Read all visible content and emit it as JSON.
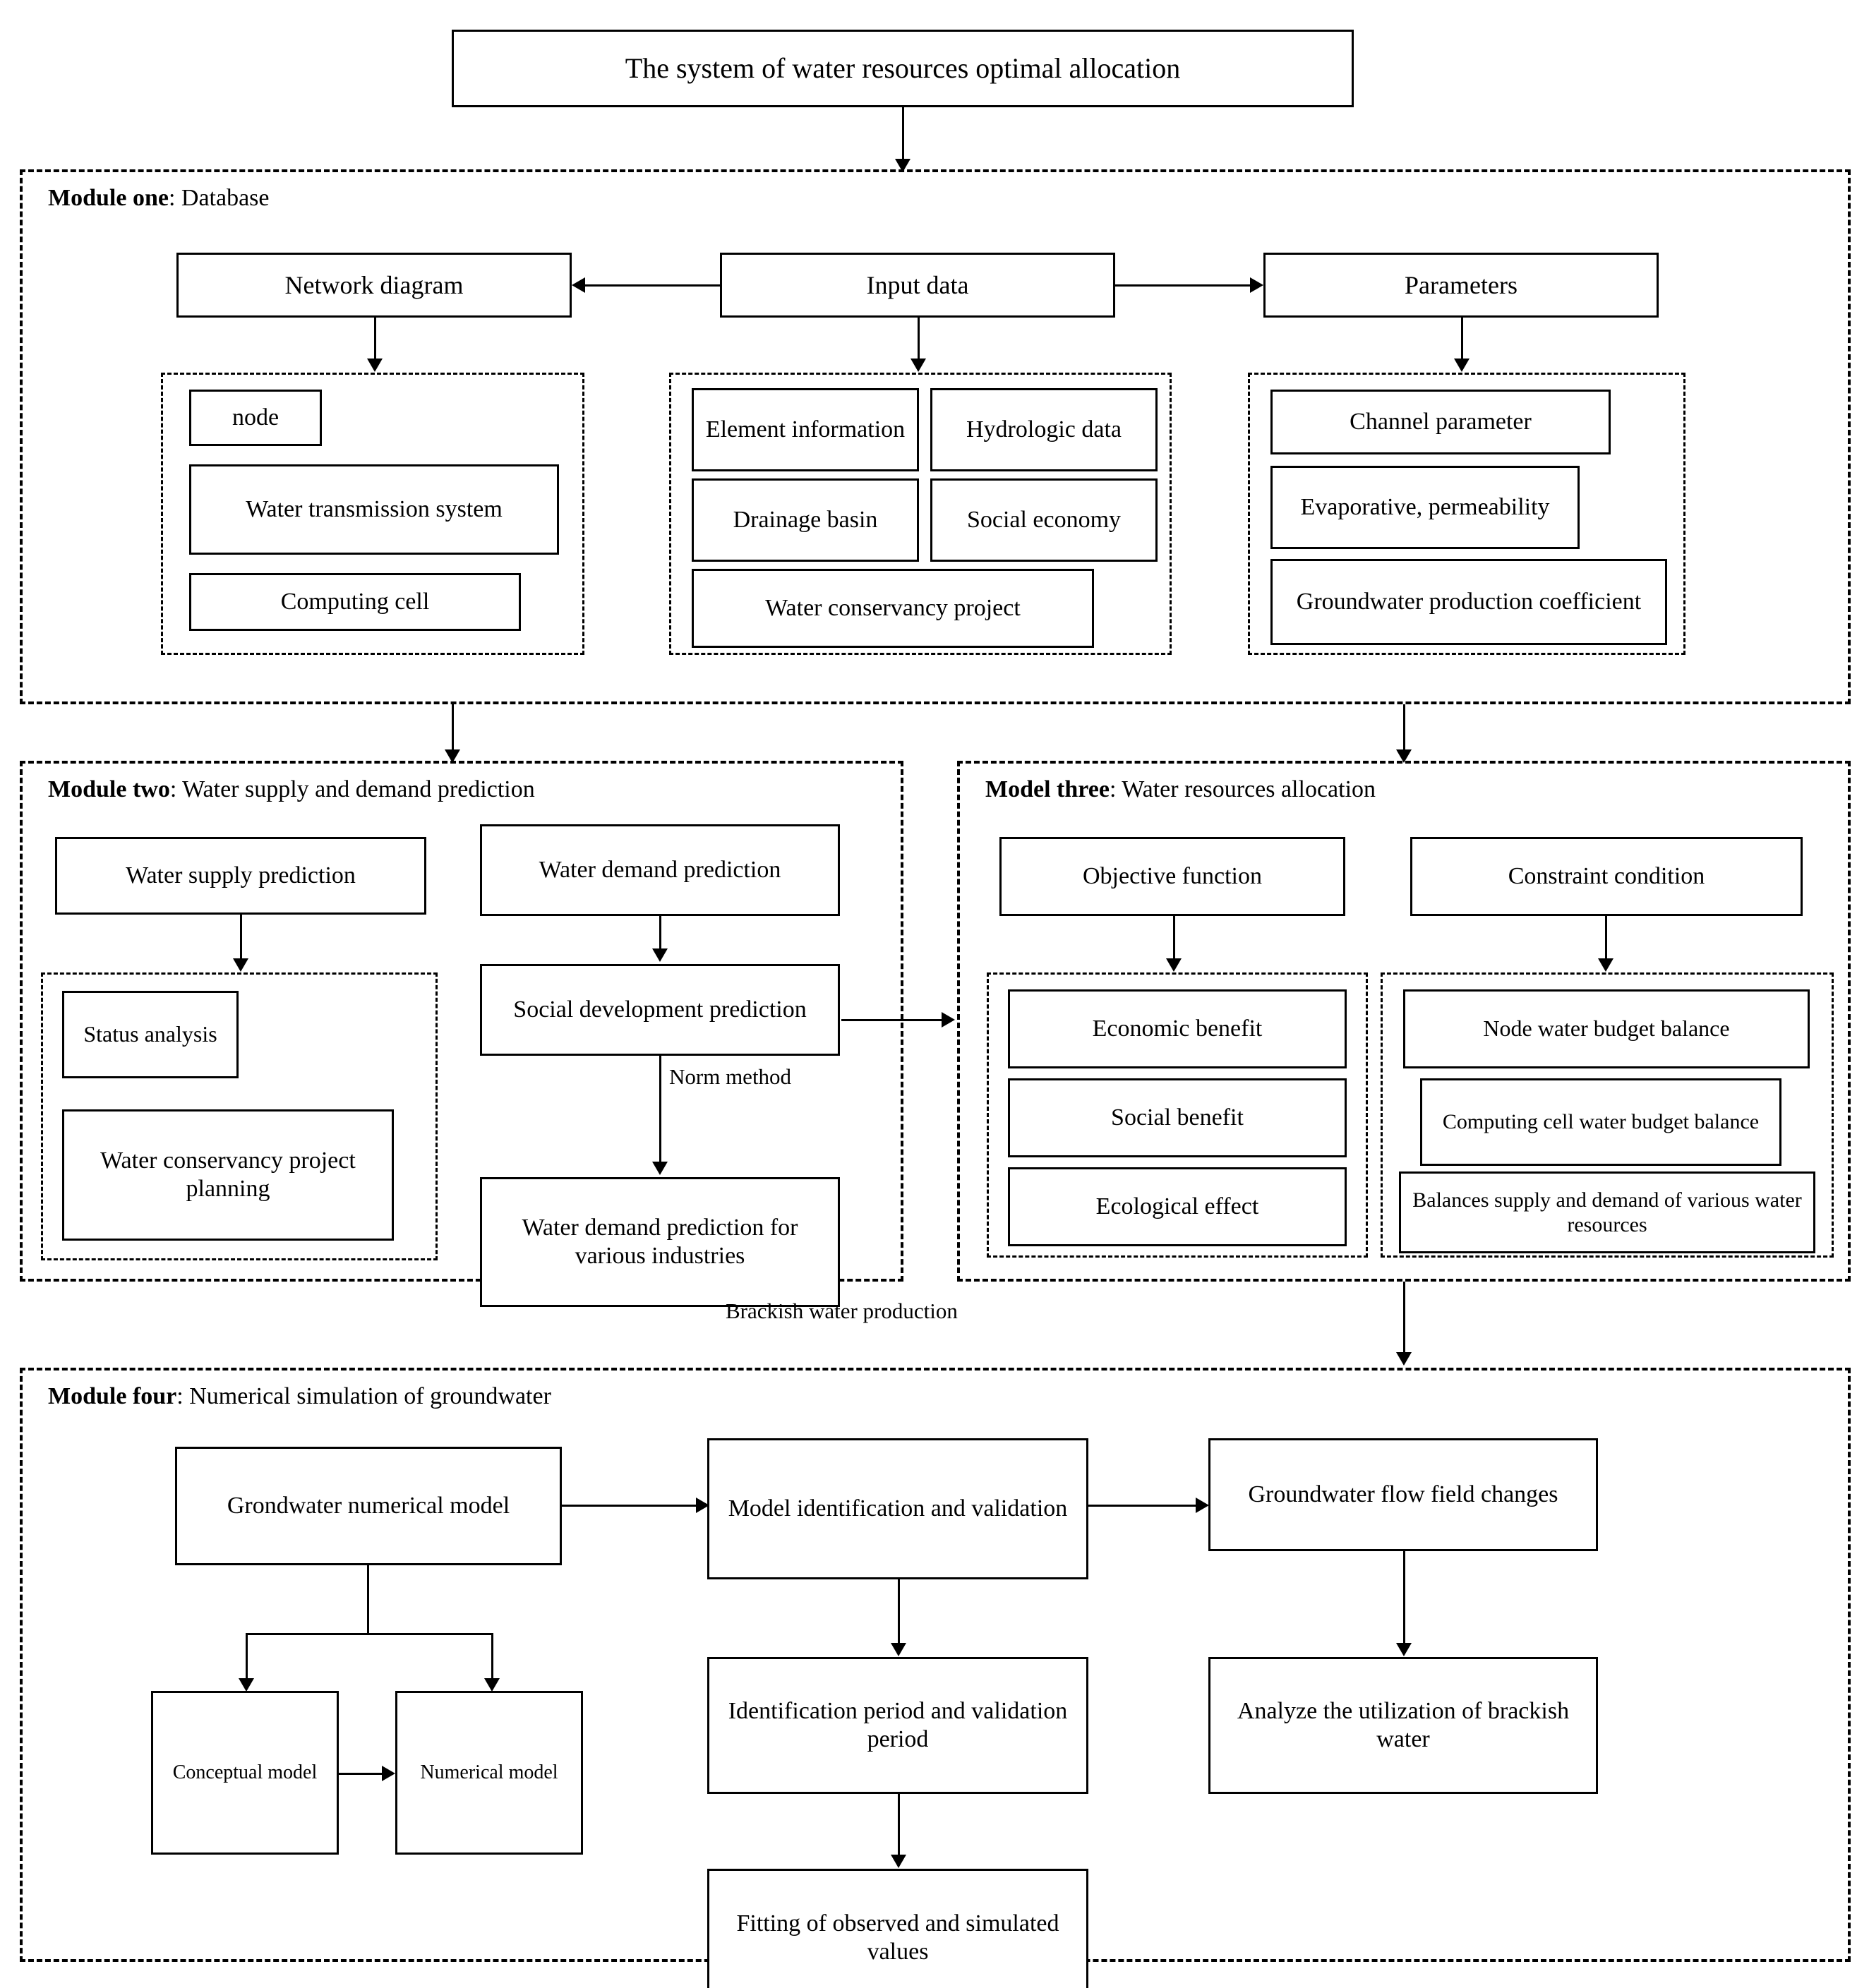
{
  "diagram": {
    "title_box": "The system of water resources optimal allocation",
    "modules": {
      "one": {
        "label_bold": "Module one",
        "label_rest": ": Database",
        "boxes": {
          "network_diagram": "Network diagram",
          "input_data": "Input data",
          "parameters": "Parameters",
          "node": "node",
          "water_transmission_system": "Water transmission system",
          "computing_cell": "Computing cell",
          "element_information": "Element information",
          "hydrologic_data": "Hydrologic data",
          "drainage_basin": "Drainage basin",
          "social_economy": "Social economy",
          "water_conservancy_project": "Water conservancy project",
          "channel_parameter": "Channel parameter",
          "evaporative_permeability": "Evaporative, permeability",
          "groundwater_production_coefficient": "Groundwater production coefficient"
        }
      },
      "two": {
        "label_bold": "Module two",
        "label_rest": ": Water supply and demand prediction",
        "boxes": {
          "water_supply_prediction": "Water supply prediction",
          "status_analysis": "Status analysis",
          "water_conservancy_project_planning": "Water conservancy project planning",
          "water_demand_prediction": "Water demand prediction",
          "social_development_prediction": "Social development prediction",
          "water_demand_prediction_industries": "Water demand prediction for various industries"
        },
        "edge_labels": {
          "norm_method": "Norm method"
        }
      },
      "three": {
        "label_bold": "Model three",
        "label_rest": ": Water resources allocation",
        "boxes": {
          "objective_function": "Objective function",
          "constraint_condition": "Constraint condition",
          "economic_benefit": "Economic benefit",
          "social_benefit": "Social benefit",
          "ecological_effect": "Ecological effect",
          "node_water_budget_balance": "Node water budget balance",
          "computing_cell_water_budget_balance": "Computing cell water budget balance",
          "balances_supply_demand": "Balances supply and demand of various water resources"
        }
      },
      "four": {
        "label_bold": "Module four",
        "label_rest": ": Numerical simulation of groundwater",
        "boxes": {
          "groundwater_numerical_model": "Grondwater numerical model",
          "conceptual_model": "Conceptual model",
          "numerical_model": "Numerical model",
          "model_identification_validation": "Model identification and validation",
          "identification_validation_period": "Identification period and validation period",
          "fitting_observed_simulated": "Fitting of observed and simulated values",
          "groundwater_flow_field_changes": "Groundwater flow field changes",
          "analyze_utilization_brackish": "Analyze the utilization of brackish water"
        }
      }
    },
    "edge_labels": {
      "brackish_water_production": "Brackish water production"
    },
    "colors": {
      "line": "#000000",
      "background": "#ffffff"
    }
  }
}
